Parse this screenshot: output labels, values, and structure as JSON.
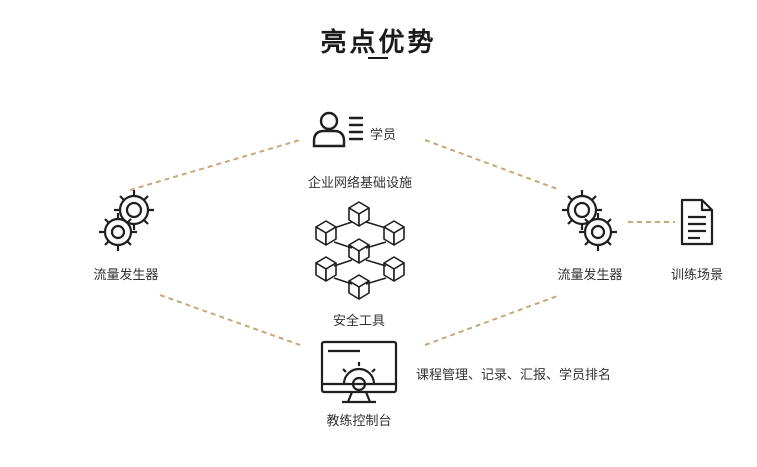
{
  "title": "亮点优势",
  "nodes": {
    "student": {
      "label": "学员",
      "icon": "user-list-icon"
    },
    "infra": {
      "label": "企业网络基础设施"
    },
    "security": {
      "label": "安全工具",
      "icon": "network-cubes-icon"
    },
    "flow_left": {
      "label": "流量发生器",
      "icon": "gears-icon"
    },
    "flow_right": {
      "label": "流量发生器",
      "icon": "gears-icon"
    },
    "scenario": {
      "label": "训练场景",
      "icon": "document-icon"
    },
    "console": {
      "label": "教练控制台",
      "icon": "monitor-gear-icon"
    },
    "console_desc": {
      "label": "课程管理、记录、汇报、学员排名"
    }
  },
  "colors": {
    "connector": "#c8a878",
    "icon": "#1f1f1f",
    "text": "#333333"
  }
}
